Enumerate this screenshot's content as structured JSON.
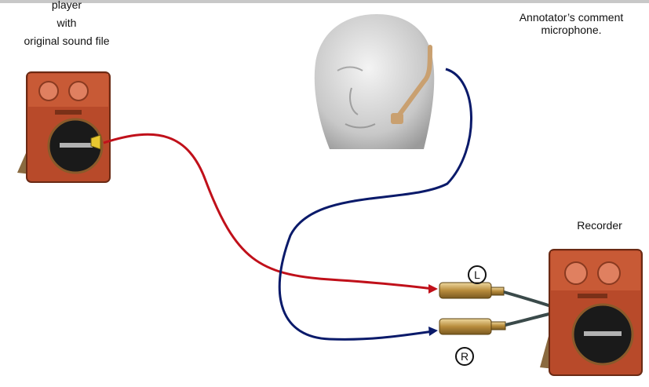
{
  "player": {
    "label_line1": "player",
    "label_line2": "with",
    "label_line3": "original sound file"
  },
  "microphone": {
    "label_line1": "Annotator’s comment",
    "label_line2": "microphone."
  },
  "recorder": {
    "label": "Recorder"
  },
  "channels": {
    "left": "L",
    "right": "R"
  },
  "colors": {
    "red_cable": "#c0101a",
    "blue_cable": "#0a1a6a",
    "device_body": "#b84a2a",
    "device_dark": "#1a1a1a",
    "plug_gold": "#c9a15a"
  }
}
